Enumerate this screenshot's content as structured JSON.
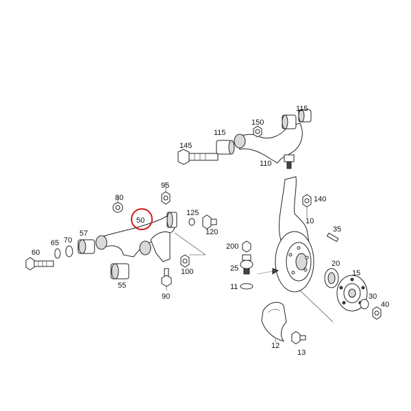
{
  "diagram": {
    "callouts": {
      "c115a": "115",
      "c150": "150",
      "c115b": "115",
      "c145": "145",
      "c110": "110",
      "c95": "95",
      "c80": "80",
      "c50": "50",
      "c125": "125",
      "c120": "120",
      "c57": "57",
      "c60": "60",
      "c65": "65",
      "c70": "70",
      "c55": "55",
      "c100": "100",
      "c90": "90",
      "c140": "140",
      "c10": "10",
      "c35": "35",
      "c200": "200",
      "c25": "25",
      "c11": "11",
      "c20": "20",
      "c15": "15",
      "c30": "30",
      "c40": "40",
      "c12": "12",
      "c13": "13"
    },
    "highlighted_callout": "50",
    "highlight_color": "#d11a1a"
  }
}
